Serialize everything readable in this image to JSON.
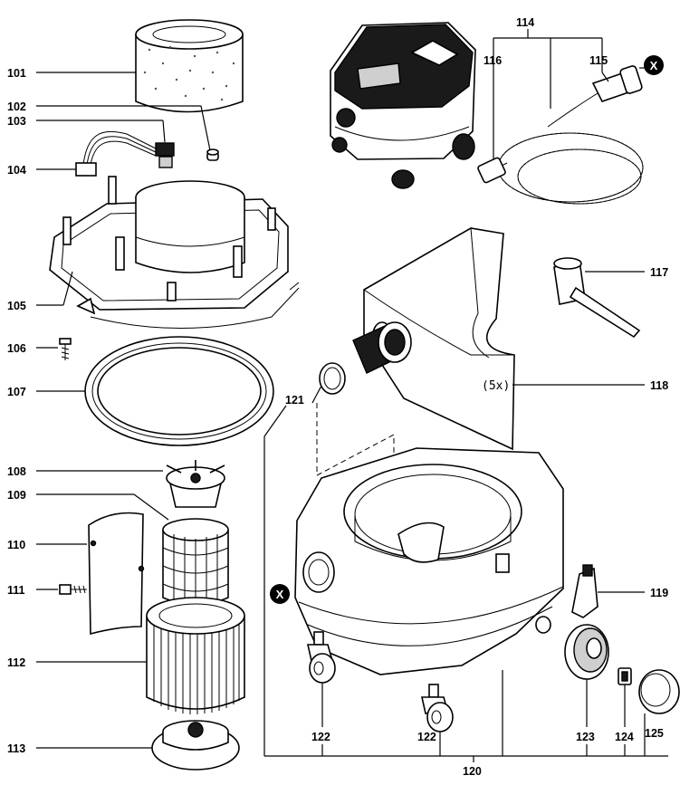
{
  "labels": {
    "l101": "101",
    "l102": "102",
    "l103": "103",
    "l104": "104",
    "l105": "105",
    "l106": "106",
    "l107": "107",
    "l108": "108",
    "l109": "109",
    "l110": "110",
    "l111": "111",
    "l112": "112",
    "l113": "113",
    "l114": "114",
    "l115": "115",
    "l116": "116",
    "l117": "117",
    "l118": "118",
    "l119": "119",
    "l120": "120",
    "l121": "121",
    "l122a": "122",
    "l122b": "122",
    "l123": "123",
    "l124": "124",
    "l125": "125"
  },
  "markers": {
    "x1": "X",
    "x2": "X"
  },
  "notes": {
    "qty": "(5x)"
  }
}
